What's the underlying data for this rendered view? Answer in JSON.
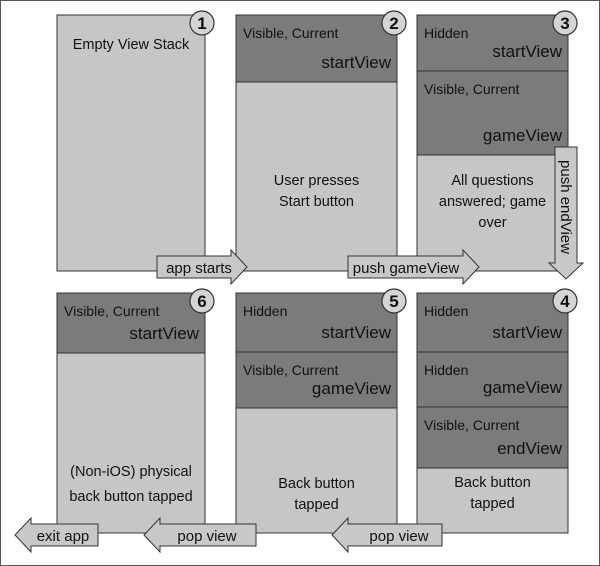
{
  "colors": {
    "panel": "#c6c6c6",
    "layer": "#7b7b7b",
    "arrow": "#c8c8c8",
    "stroke": "#333333",
    "badge": "#d4d4d4"
  },
  "panels": [
    {
      "number": "1",
      "layers": [],
      "caption": [
        "Empty View Stack"
      ]
    },
    {
      "number": "2",
      "layers": [
        {
          "status": "Visible, Current",
          "view": "startView"
        }
      ],
      "caption": [
        "User presses",
        "Start button"
      ]
    },
    {
      "number": "3",
      "layers": [
        {
          "status": "Hidden",
          "view": "startView"
        },
        {
          "status": "Visible, Current",
          "view": "gameView"
        }
      ],
      "caption": [
        "All questions",
        "answered; game",
        "over"
      ]
    },
    {
      "number": "4",
      "layers": [
        {
          "status": "Hidden",
          "view": "startView"
        },
        {
          "status": "Hidden",
          "view": "gameView"
        },
        {
          "status": "Visible, Current",
          "view": "endView"
        }
      ],
      "caption": [
        "Back button",
        "tapped"
      ]
    },
    {
      "number": "5",
      "layers": [
        {
          "status": "Hidden",
          "view": "startView"
        },
        {
          "status": "Visible, Current",
          "view": "gameView"
        }
      ],
      "caption": [
        "Back button",
        "tapped"
      ]
    },
    {
      "number": "6",
      "layers": [
        {
          "status": "Visible, Current",
          "view": "startView"
        }
      ],
      "caption": [
        "(Non-iOS) physical",
        "back button tapped"
      ]
    }
  ],
  "arrows": [
    {
      "label": "app starts"
    },
    {
      "label": "push gameView"
    },
    {
      "label": "push endView"
    },
    {
      "label": "pop view"
    },
    {
      "label": "pop view"
    },
    {
      "label": "exit app"
    }
  ]
}
